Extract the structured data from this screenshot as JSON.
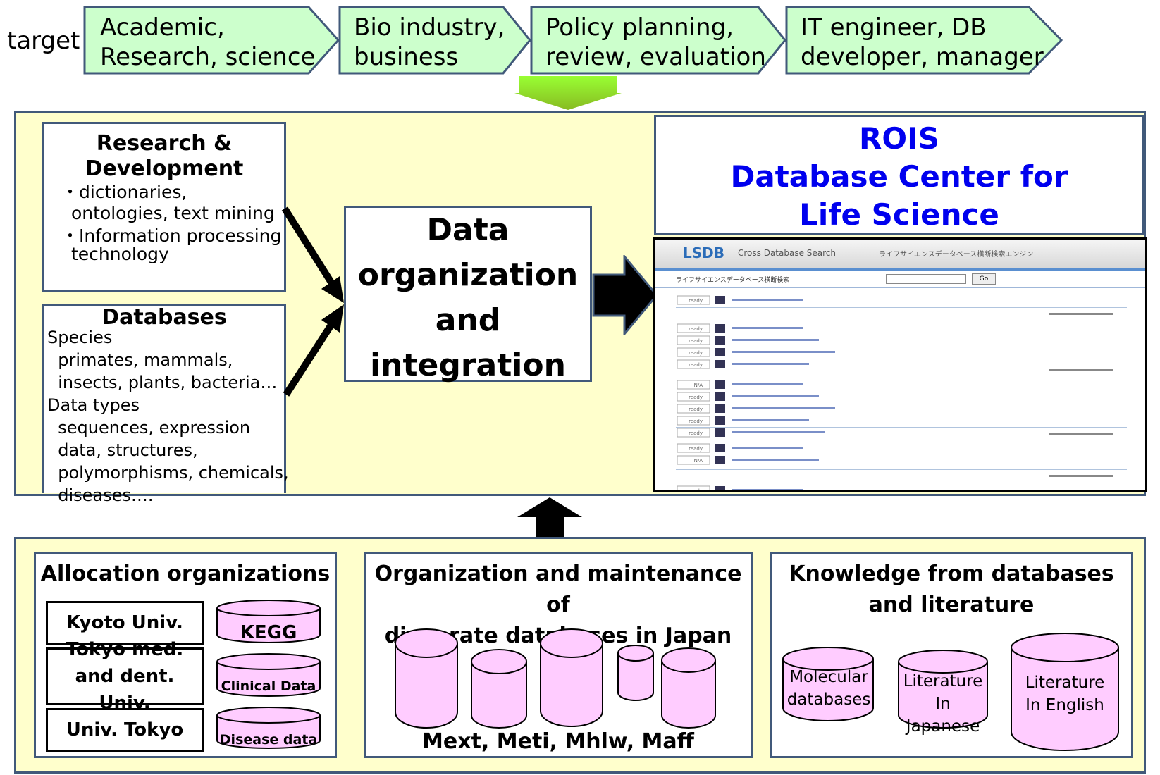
{
  "target_label": "target",
  "targets": [
    {
      "line1": "Academic,",
      "line2": "Research, science"
    },
    {
      "line1": "Bio industry,",
      "line2": "business"
    },
    {
      "line1": "Policy planning,",
      "line2": "review, evaluation"
    },
    {
      "line1": "IT engineer, DB",
      "line2": "developer, manager"
    }
  ],
  "rd": {
    "title_line1": "Research &",
    "title_line2": "Development",
    "items": [
      "・dictionaries, ontologies, text mining",
      "・Information processing technology"
    ]
  },
  "databases": {
    "title": "Databases",
    "lines": [
      "Species",
      "  primates, mammals,",
      "  insects, plants, bacteria…",
      "Data types",
      "  sequences, expression",
      "  data, structures,",
      "  polymorphisms, chemicals,",
      "  diseases…."
    ]
  },
  "center": {
    "line1": "Data",
    "line2": "organization",
    "line3": "and",
    "line4": "integration"
  },
  "rois": {
    "line1": "ROIS",
    "line2": "Database Center for",
    "line3": "Life Science"
  },
  "screenshot": {
    "logo": "LSDB",
    "logo_sub": "Cross Database Search",
    "tagline": "ライフサイエンスデータベース横断検索エンジン",
    "search_label": "ライフサイエンスデータベース横断検索",
    "go_button": "Go",
    "status_ready": "ready",
    "status_na": "N/A"
  },
  "allocation": {
    "title": "Allocation organizations",
    "orgs": [
      "Kyoto Univ.",
      "Tokyo med. and dent. Univ.",
      "Univ. Tokyo"
    ],
    "dbs": [
      "KEGG",
      "Clinical Data",
      "Disease data"
    ]
  },
  "maintenance": {
    "title_line1": "Organization and maintenance of",
    "title_line2": "disparate databases in Japan",
    "footer": "Mext, Meti, Mhlw, Maff"
  },
  "knowledge": {
    "title_line1": "Knowledge from databases",
    "title_line2": "and literature",
    "cyls": [
      {
        "line1": "Molecular",
        "line2": "databases"
      },
      {
        "line1": "Literature",
        "line2": "In Japanese"
      },
      {
        "line1": "Literature",
        "line2": "In English"
      }
    ]
  },
  "colors": {
    "chevron_fill": "#ccffcc",
    "border": "#41597a",
    "panel_fill": "#ffffcc",
    "cylinder_fill": "#ffccff",
    "rois_blue": "#0000ee",
    "arrow_green": "#99cc33"
  }
}
